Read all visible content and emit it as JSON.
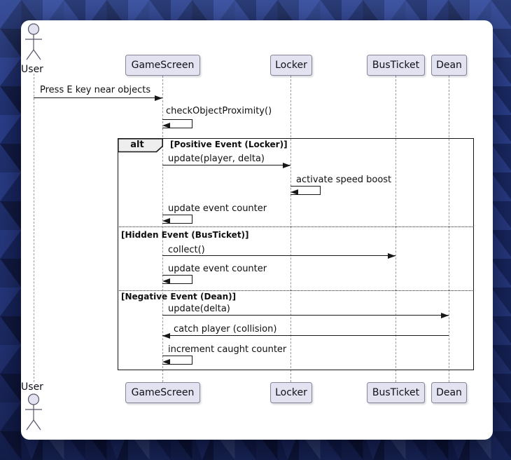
{
  "diagram": {
    "type": "uml-sequence-diagram",
    "actor": {
      "top_label": "User",
      "bottom_label": "User"
    },
    "participants": [
      {
        "name": "GameScreen"
      },
      {
        "name": "Locker"
      },
      {
        "name": "BusTicket"
      },
      {
        "name": "Dean"
      }
    ],
    "fragment": {
      "operator": "alt",
      "sections": [
        {
          "condition": "[Positive Event (Locker)]"
        },
        {
          "condition": "[Hidden Event (BusTicket)]"
        },
        {
          "condition": "[Negative Event (Dean)]"
        }
      ]
    },
    "messages": [
      {
        "from": "User",
        "to": "GameScreen",
        "kind": "sync",
        "label": "Press E key near objects"
      },
      {
        "from": "GameScreen",
        "to": "GameScreen",
        "kind": "self",
        "label": "checkObjectProximity()"
      },
      {
        "from": "GameScreen",
        "to": "Locker",
        "kind": "sync",
        "label": "update(player, delta)"
      },
      {
        "from": "Locker",
        "to": "Locker",
        "kind": "self",
        "label": "activate speed boost"
      },
      {
        "from": "GameScreen",
        "to": "GameScreen",
        "kind": "self",
        "label": "update event counter"
      },
      {
        "from": "GameScreen",
        "to": "BusTicket",
        "kind": "sync",
        "label": "collect()"
      },
      {
        "from": "GameScreen",
        "to": "GameScreen",
        "kind": "self",
        "label": "update event counter"
      },
      {
        "from": "GameScreen",
        "to": "Dean",
        "kind": "sync",
        "label": "update(delta)"
      },
      {
        "from": "Dean",
        "to": "GameScreen",
        "kind": "sync",
        "label": "catch player (collision)"
      },
      {
        "from": "GameScreen",
        "to": "GameScreen",
        "kind": "self",
        "label": "increment caught counter"
      }
    ],
    "colors": {
      "participant_fill": "#e2e2f0",
      "participant_border": "#86869a",
      "message_line": "#181818",
      "lifeline": "#9a9aa6",
      "fragment_border": "#161616",
      "fragment_label_fill": "#eeeeee",
      "canvas": "#ffffff",
      "wallpaper_base": "#1e2e6e",
      "wallpaper_accent": "#4c62a4"
    }
  }
}
